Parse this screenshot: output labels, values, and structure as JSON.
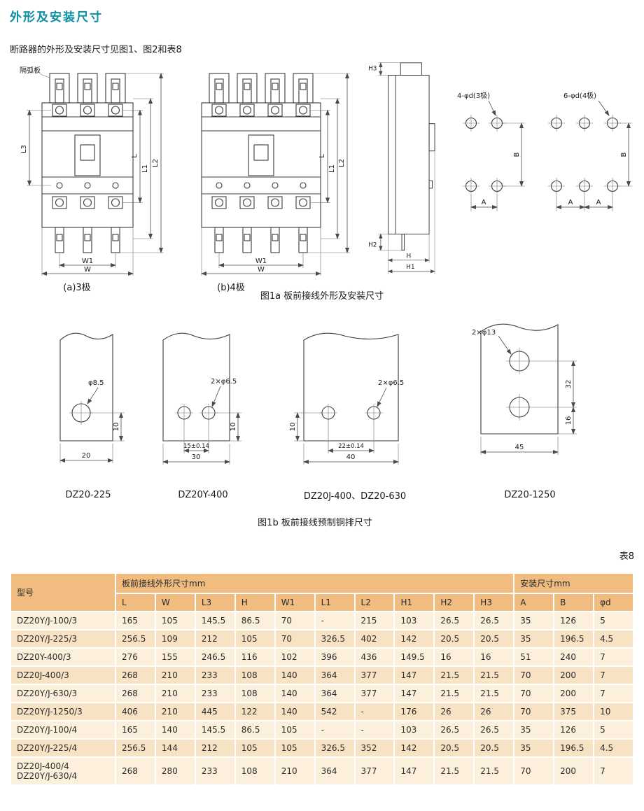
{
  "page": {
    "title": "外形及安装尺寸",
    "intro": "断路器的外形及安装尺寸见图1、图2和表8",
    "table_tag": "表8"
  },
  "fig1a": {
    "caption": "图1a 板前接线外形及安装尺寸",
    "label_3pole": "(a)3极",
    "label_4pole": "(b)4极",
    "arc_plate_label": "隔弧板",
    "holes_3pole": "4-φd(3极)",
    "holes_4pole": "6-φd(4极)",
    "dims": {
      "L": "L",
      "L1": "L1",
      "L2": "L2",
      "L3": "L3",
      "W": "W",
      "W1": "W1",
      "H": "H",
      "H1": "H1",
      "H2": "H2",
      "H3": "H3",
      "A": "A",
      "B": "B"
    }
  },
  "fig1b": {
    "caption": "图1b 板前接线预制铜排尺寸",
    "d1": {
      "name": "DZ20-225",
      "hole": "φ8.5",
      "dim_v": "10",
      "dim_w": "20"
    },
    "d2": {
      "name": "DZ20Y-400",
      "hole": "2×φ6.5",
      "dim_v": "10",
      "dim_pitch": "15±0.14",
      "dim_w": "30"
    },
    "d3": {
      "name": "DZ20J-400、DZ20-630",
      "hole": "2×φ6.5",
      "dim_v": "10",
      "dim_pitch": "22±0.14",
      "dim_w": "40"
    },
    "d4": {
      "name": "DZ20-1250",
      "hole": "2×φ13",
      "dim_a": "32",
      "dim_b": "16",
      "dim_w": "45"
    }
  },
  "table": {
    "corner": "型号",
    "group1": "板前接线外形尺寸mm",
    "group2": "安装尺寸mm",
    "cols": [
      "L",
      "W",
      "L3",
      "H",
      "W1",
      "L1",
      "L2",
      "H1",
      "H2",
      "H3",
      "A",
      "B",
      "φd"
    ],
    "rows": [
      {
        "model": "DZ20Y/J-100/3",
        "c": [
          "165",
          "105",
          "145.5",
          "86.5",
          "70",
          "-",
          "215",
          "103",
          "26.5",
          "26.5",
          "35",
          "126",
          "5"
        ]
      },
      {
        "model": "DZ20Y/J-225/3",
        "c": [
          "256.5",
          "109",
          "212",
          "105",
          "70",
          "326.5",
          "402",
          "142",
          "20.5",
          "20.5",
          "35",
          "196.5",
          "4.5"
        ]
      },
      {
        "model": "DZ20Y-400/3",
        "c": [
          "276",
          "155",
          "246.5",
          "116",
          "102",
          "396",
          "436",
          "149.5",
          "16",
          "16",
          "51",
          "240",
          "7"
        ]
      },
      {
        "model": "DZ20J-400/3",
        "c": [
          "268",
          "210",
          "233",
          "108",
          "140",
          "364",
          "377",
          "147",
          "21.5",
          "21.5",
          "70",
          "200",
          "7"
        ]
      },
      {
        "model": "DZ20Y/J-630/3",
        "c": [
          "268",
          "210",
          "233",
          "108",
          "140",
          "364",
          "377",
          "147",
          "21.5",
          "21.5",
          "70",
          "200",
          "7"
        ]
      },
      {
        "model": "DZ20Y/J-1250/3",
        "c": [
          "406",
          "210",
          "445",
          "122",
          "140",
          "542",
          "-",
          "176",
          "26",
          "26",
          "70",
          "375",
          "10"
        ]
      },
      {
        "model": "DZ20Y/J-100/4",
        "c": [
          "165",
          "140",
          "145.5",
          "86.5",
          "105",
          "-",
          "-",
          "103",
          "26.5",
          "26.5",
          "35",
          "126",
          "5"
        ]
      },
      {
        "model": "DZ20Y/J-225/4",
        "c": [
          "256.5",
          "144",
          "212",
          "105",
          "105",
          "326.5",
          "352",
          "142",
          "20.5",
          "20.5",
          "35",
          "196.5",
          "4.5"
        ]
      },
      {
        "model": "DZ20J-400/4\nDZ20Y/J-630/4",
        "c": [
          "268",
          "280",
          "233",
          "108",
          "210",
          "364",
          "377",
          "147",
          "21.5",
          "21.5",
          "70",
          "200",
          "7"
        ]
      }
    ]
  }
}
